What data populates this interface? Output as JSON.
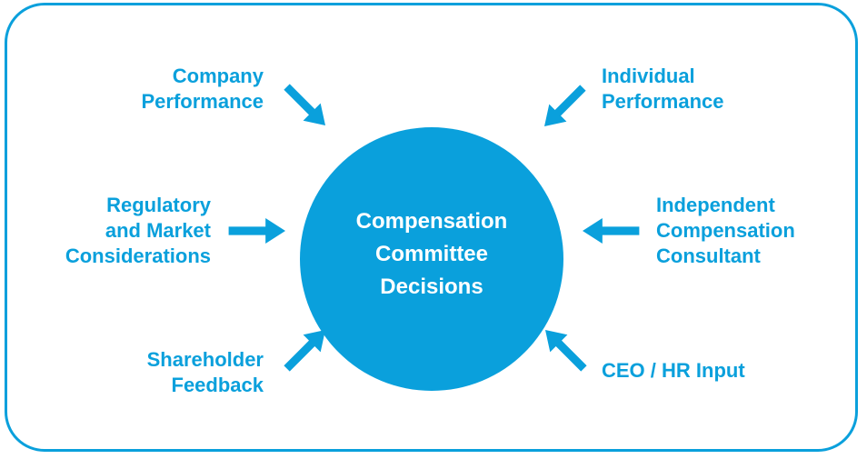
{
  "diagram": {
    "center": "Compensation\nCommittee\nDecisions",
    "inputs": {
      "company_performance": "Company\nPerformance",
      "individual_performance": "Individual\nPerformance",
      "regulatory_market": "Regulatory\nand Market\nConsiderations",
      "independent_consultant": "Independent\nCompensation\nConsultant",
      "shareholder_feedback": "Shareholder\nFeedback",
      "ceo_hr_input": "CEO / HR Input"
    },
    "colors": {
      "accent": "#0aa0dc",
      "center_text": "#ffffff"
    }
  }
}
